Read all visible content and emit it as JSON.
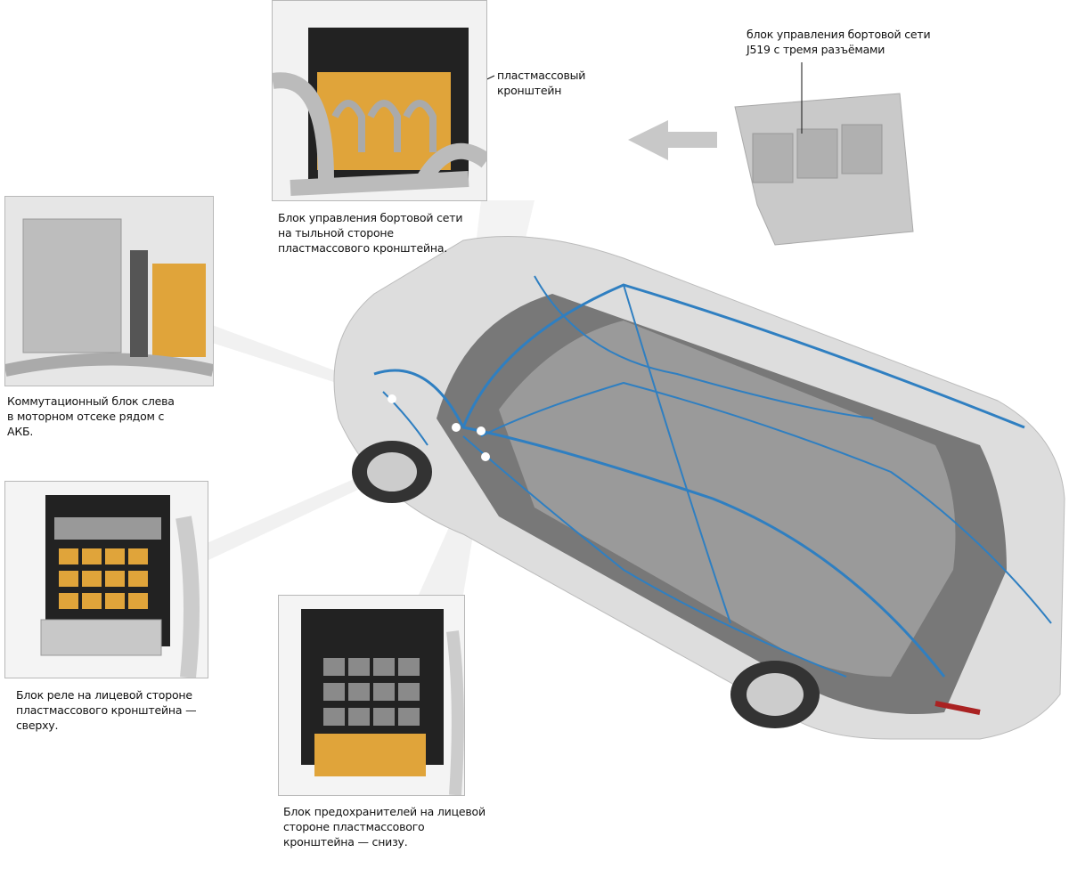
{
  "captions": {
    "j519": "блок управления бортовой сети\nJ519 с тремя разъёмами",
    "bracket": "пластмассовый\nкронштейн",
    "rear_side": "Блок управления бортовой сети\nна тыльной стороне\nпластмассового кронштейна.",
    "left_box": "Коммутационный блок слева\nв моторном отсеке рядом с\nАКБ.",
    "relay_box": "Блок реле на лицевой стороне\nпластмассового кронштейна —\nсверху.",
    "fuse_box": "Блок предохранителей на лицевой\nстороне пластмассового\nкронштейна — снизу."
  },
  "colors": {
    "wiring": "#2f7fc1",
    "component": "#e0a43a",
    "bracket": "#222222",
    "frame": "#b8b8b8"
  }
}
